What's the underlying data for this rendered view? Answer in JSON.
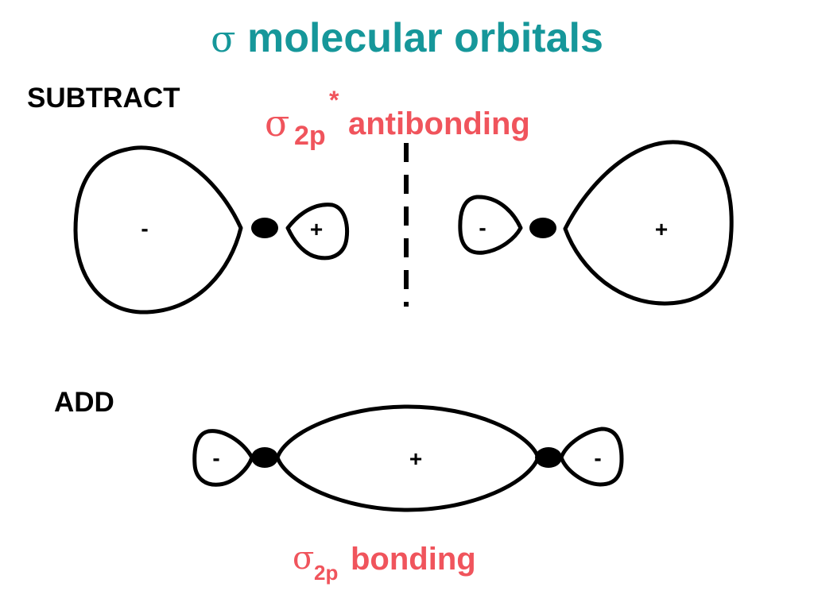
{
  "title": {
    "sigma": "σ",
    "text": "molecular orbitals"
  },
  "subtract_label": "SUBTRACT",
  "add_label": "ADD",
  "antibonding": {
    "sigma": "σ",
    "subscript": "2p",
    "star": "*",
    "text": "antibonding"
  },
  "bonding": {
    "sigma": "σ",
    "subscript": "2p",
    "text": "bonding"
  },
  "signs": {
    "anti_left_large": "-",
    "anti_left_small": "+",
    "anti_right_small": "-",
    "anti_right_large": "+",
    "bond_left_small": "-",
    "bond_center": "+",
    "bond_right_small": "-"
  },
  "colors": {
    "title": "#16979a",
    "orbital_label": "#f0545c",
    "outline": "#000000"
  }
}
